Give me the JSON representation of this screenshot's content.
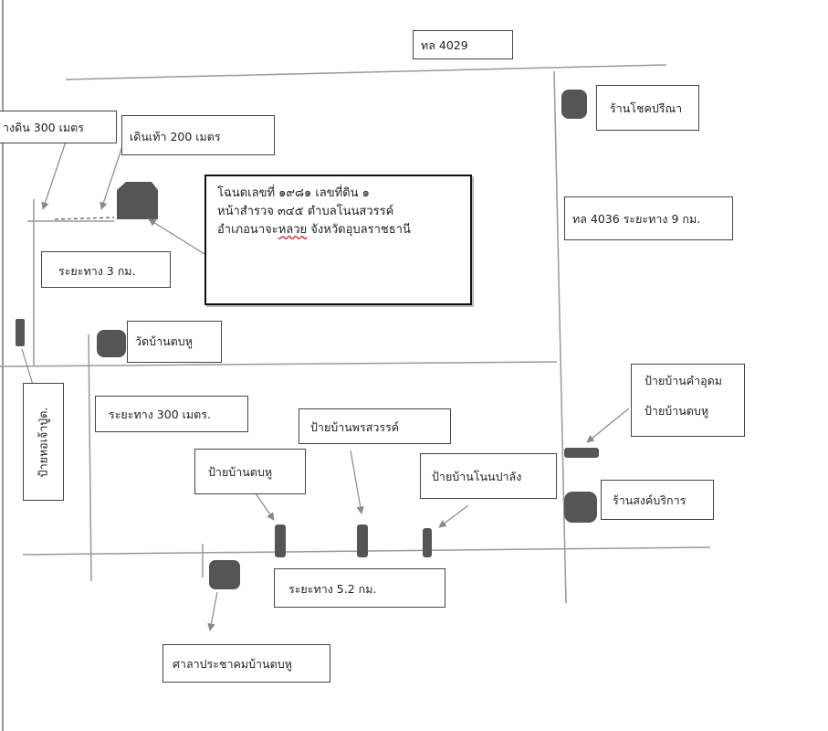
{
  "labels": {
    "road_4029": "ทล 4029",
    "dirt_road": "างดิน 300 เมตร",
    "walk": "เดินเท้า 200 เมตร",
    "distance_3km": "ระยะทาง 3 กม.",
    "wat": "วัดบ้านตบหู",
    "distance_300m": "ระยะทาง 300 เมตร.",
    "shrine_sign": "ป้ายหอเจ้าปู่ต.",
    "sign_phonsawan": "ป้ายบ้านพรสวรรค์",
    "sign_tobhu_1": "ป้ายบ้านตบหู",
    "sign_nonpalang": "ป้ายบ้านโนนปาลัง",
    "sign_khamudom": "ป้ายบ้านคำอุดม",
    "sign_tobhu_2": "ป้ายบ้านตบหู",
    "shop_chokpareena": "ร้านโชคปรีณา",
    "shop_songborikan": "ร้านสงค์บริการ",
    "road_4036": "ทล 4036 ระยะทาง 9 กม.",
    "distance_52km": "ระยะทาง 5.2 กม.",
    "sala": "ศาลาประชาคมบ้านตบหู"
  },
  "deed": {
    "line1": "โฉนดเลขที่ ๑๙๘๑ เลขที่ดิน ๑",
    "line2": "หน้าสำรวจ ๓๔๕ ตำบลโนนสวรรค์",
    "line3_pre": "อำเภอนาจะ",
    "line3_mark": "หลวย",
    "line3_post": " จังหวัดอุบลราชธานี"
  },
  "colors": {
    "road": "#999999",
    "marker": "#555555",
    "arrow": "#888888"
  }
}
